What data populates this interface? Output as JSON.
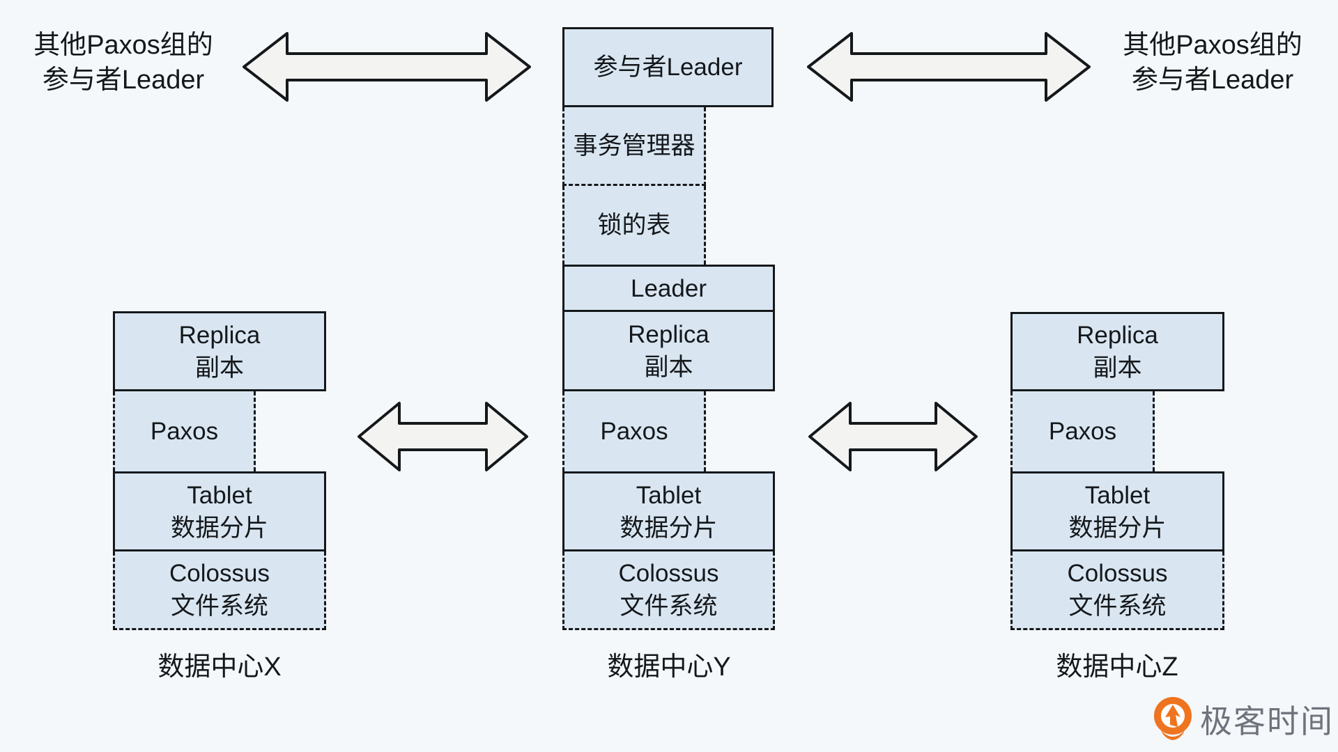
{
  "side_note_left": {
    "line1": "其他Paxos组的",
    "line2": "参与者Leader"
  },
  "side_note_right": {
    "line1": "其他Paxos组的",
    "line2": "参与者Leader"
  },
  "center": {
    "participant_leader": "参与者Leader",
    "transaction_manager": "事务管理器",
    "lock_table": "锁的表",
    "leader": "Leader"
  },
  "stack": {
    "replica_en": "Replica",
    "replica_zh": "副本",
    "paxos": "Paxos",
    "tablet_en": "Tablet",
    "tablet_zh": "数据分片",
    "colossus_en": "Colossus",
    "colossus_zh": "文件系统"
  },
  "datacenter_labels": {
    "x": "数据中心X",
    "y": "数据中心Y",
    "z": "数据中心Z"
  },
  "logo": {
    "icon": "geektime-pin-icon",
    "brand": "极客时间"
  },
  "colors": {
    "background": "#f5f8fa",
    "box_fill": "#d9e6f2",
    "border": "#15181b",
    "arrow_fill": "#f3f3f1",
    "logo_orange": "#ee7420",
    "logo_text": "#6e737c"
  }
}
